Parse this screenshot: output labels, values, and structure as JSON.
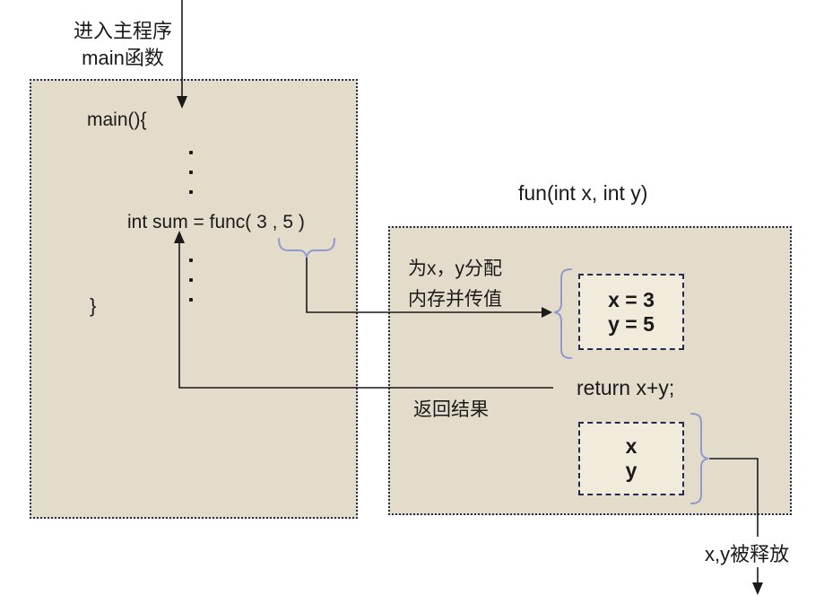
{
  "annotations": {
    "enter_line1": "进入主程序",
    "enter_line2": "main函数",
    "alloc_line1": "为x，y分配",
    "alloc_line2": "内存并传值",
    "return_result": "返回结果",
    "release": "x,y被释放"
  },
  "main_box": {
    "open": "main(){",
    "call": "int sum = func( 3 , 5 )",
    "close": "}"
  },
  "fun_box": {
    "signature": "fun(int x, int y)",
    "return_stmt": "return x+y;",
    "params_box": {
      "line1": "x = 3",
      "line2": "y = 5"
    },
    "release_box": {
      "line1": "x",
      "line2": "y"
    }
  },
  "colors": {
    "box_fill": "#e3dccb",
    "inner_box_fill": "#f1ebdc",
    "border_navy": "#222c52",
    "brace_blue": "#8e99ce",
    "line_black": "#1a1a1a",
    "background": "#ffffff"
  }
}
